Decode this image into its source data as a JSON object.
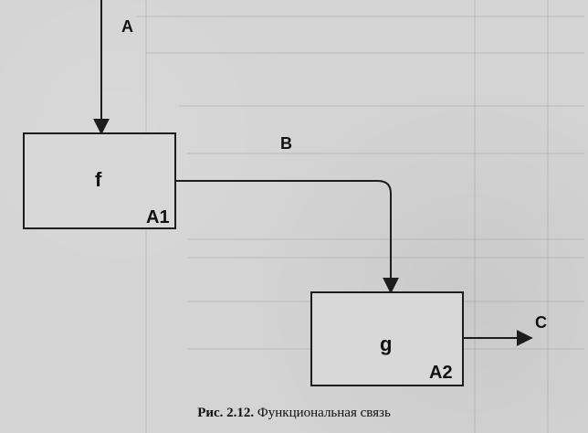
{
  "diagram": {
    "arrows": {
      "a": "A",
      "b": "B",
      "c": "C"
    },
    "boxes": {
      "first": {
        "function": "f",
        "id": "A1"
      },
      "second": {
        "function": "g",
        "id": "A2"
      }
    }
  },
  "caption": {
    "prefix": "Рис. 2.12.",
    "text": " Функциональная связь"
  },
  "colors": {
    "stroke": "#1d1d1d",
    "paper": "#d4d4d4"
  }
}
